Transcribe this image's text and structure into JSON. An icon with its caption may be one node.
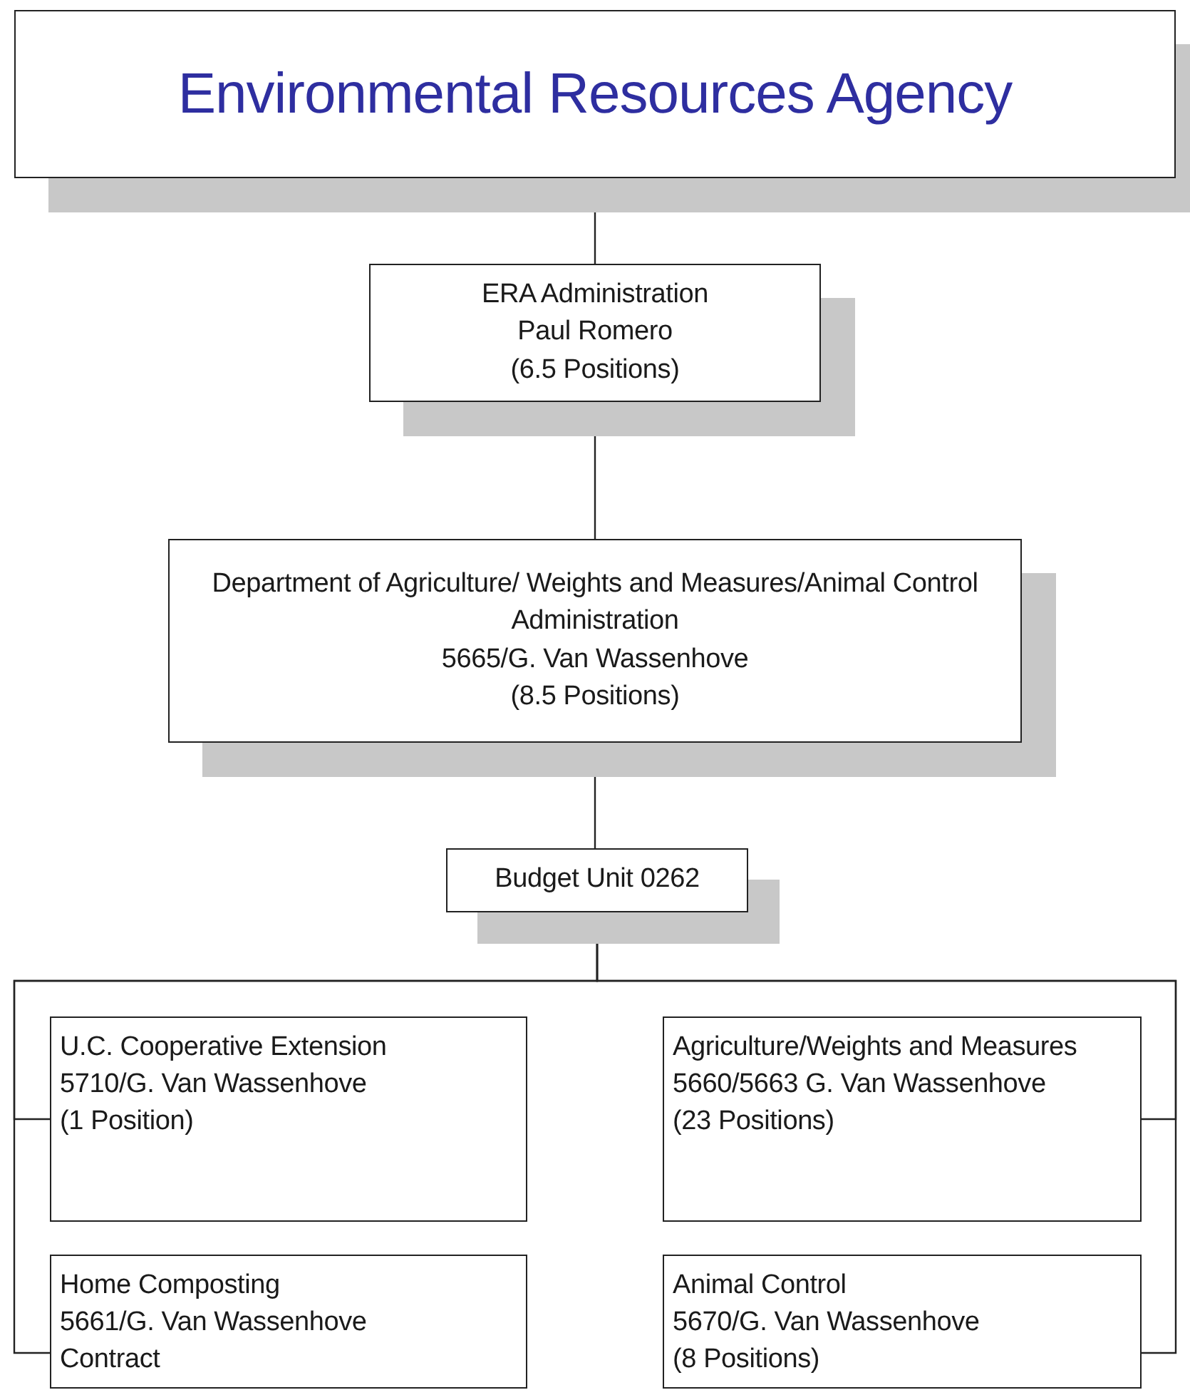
{
  "diagram": {
    "nodes": [
      {
        "text": [
          "Environmental Resources Agency"
        ]
      },
      {
        "text": [
          "ERA Administration",
          "Paul Romero",
          "(6.5 Positions)"
        ]
      },
      {
        "text": [
          "Department of Agriculture/ Weights and Measures/Animal Control Administration",
          "5665/G. Van Wassenhove",
          "(8.5 Positions)"
        ]
      },
      {
        "text": [
          "Budget Unit 0262"
        ]
      },
      {
        "text": [
          "U.C. Cooperative Extension",
          "5710/G. Van Wassenhove",
          "(1 Position)"
        ]
      },
      {
        "text": [
          "Agriculture/Weights and Measures",
          "5660/5663 G. Van Wassenhove",
          "(23 Positions)"
        ]
      },
      {
        "text": [
          "Home Composting",
          "5661/G. Van Wassenhove",
          "Contract"
        ]
      },
      {
        "text": [
          "Animal Control",
          "5670/G. Van Wassenhove",
          "(8 Positions)"
        ]
      }
    ],
    "edges": [
      {
        "from": 0,
        "to": 1,
        "arrow": "none"
      },
      {
        "from": 1,
        "to": 2,
        "arrow": "none"
      },
      {
        "from": 2,
        "to": 3,
        "arrow": "none"
      },
      {
        "from": 3,
        "to": 4,
        "arrow": "none"
      },
      {
        "from": 3,
        "to": 5,
        "arrow": "none"
      },
      {
        "from": 3,
        "to": 6,
        "arrow": "none"
      },
      {
        "from": 3,
        "to": 7,
        "arrow": "none"
      }
    ]
  }
}
